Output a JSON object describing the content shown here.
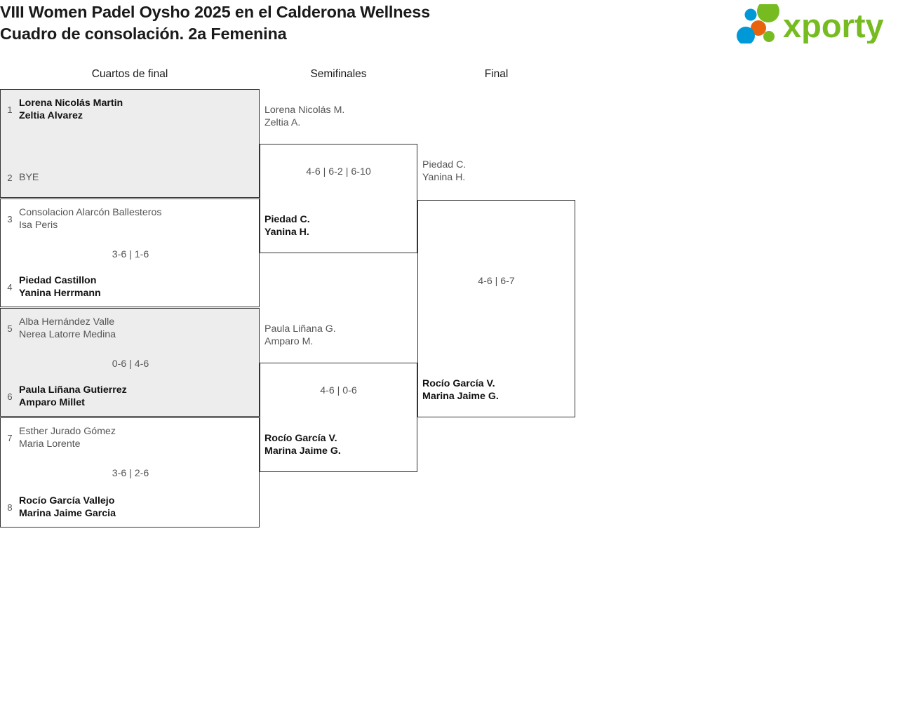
{
  "header": {
    "title_line1": "VIII Women Padel Oysho 2025 en el Calderona Wellness",
    "title_line2": "Cuadro de consolación. 2a Femenina",
    "logo_text": "xporty",
    "logo_colors": {
      "green": "#76bc21",
      "blue": "#0099d8",
      "orange": "#e8640c"
    }
  },
  "rounds": [
    {
      "id": "quarterfinals",
      "label": "Cuartos de final"
    },
    {
      "id": "semifinals",
      "label": "Semifinales"
    },
    {
      "id": "final",
      "label": "Final"
    }
  ],
  "quarterfinals": [
    {
      "shaded": true,
      "top": {
        "seed": "1",
        "p1": "Lorena Nicolás Martin",
        "p2": "Zeltia Alvarez",
        "winner": true
      },
      "bottom": {
        "seed": "2",
        "p1": "BYE",
        "p2": "",
        "winner": false
      },
      "score": ""
    },
    {
      "shaded": false,
      "top": {
        "seed": "3",
        "p1": "Consolacion Alarcón Ballesteros",
        "p2": "Isa Peris",
        "winner": false
      },
      "bottom": {
        "seed": "4",
        "p1": "Piedad Castillon",
        "p2": "Yanina Herrmann",
        "winner": true
      },
      "score": "3-6 | 1-6"
    },
    {
      "shaded": true,
      "top": {
        "seed": "5",
        "p1": "Alba Hernández Valle",
        "p2": "Nerea Latorre Medina",
        "winner": false
      },
      "bottom": {
        "seed": "6",
        "p1": "Paula Liñana Gutierrez",
        "p2": "Amparo Millet",
        "winner": true
      },
      "score": "0-6 | 4-6"
    },
    {
      "shaded": false,
      "top": {
        "seed": "7",
        "p1": "Esther Jurado Gómez",
        "p2": "Maria Lorente",
        "winner": false
      },
      "bottom": {
        "seed": "8",
        "p1": "Rocío García Vallejo",
        "p2": "Marina Jaime Garcia",
        "winner": true
      },
      "score": "3-6 | 2-6"
    }
  ],
  "semifinals": [
    {
      "top": {
        "p1": "Lorena Nicolás M.",
        "p2": "Zeltia A.",
        "winner": false
      },
      "bottom": {
        "p1": "Piedad C.",
        "p2": "Yanina H.",
        "winner": true
      },
      "score": "4-6 | 6-2 | 6-10"
    },
    {
      "top": {
        "p1": "Paula Liñana G.",
        "p2": "Amparo M.",
        "winner": false
      },
      "bottom": {
        "p1": "Rocío García V.",
        "p2": "Marina Jaime G.",
        "winner": true
      },
      "score": "4-6 | 0-6"
    }
  ],
  "final": {
    "top": {
      "p1": "Piedad C.",
      "p2": "Yanina H.",
      "winner": false
    },
    "bottom": {
      "p1": "Rocío García V.",
      "p2": "Marina Jaime G.",
      "winner": true
    },
    "score": "4-6 | 6-7"
  }
}
